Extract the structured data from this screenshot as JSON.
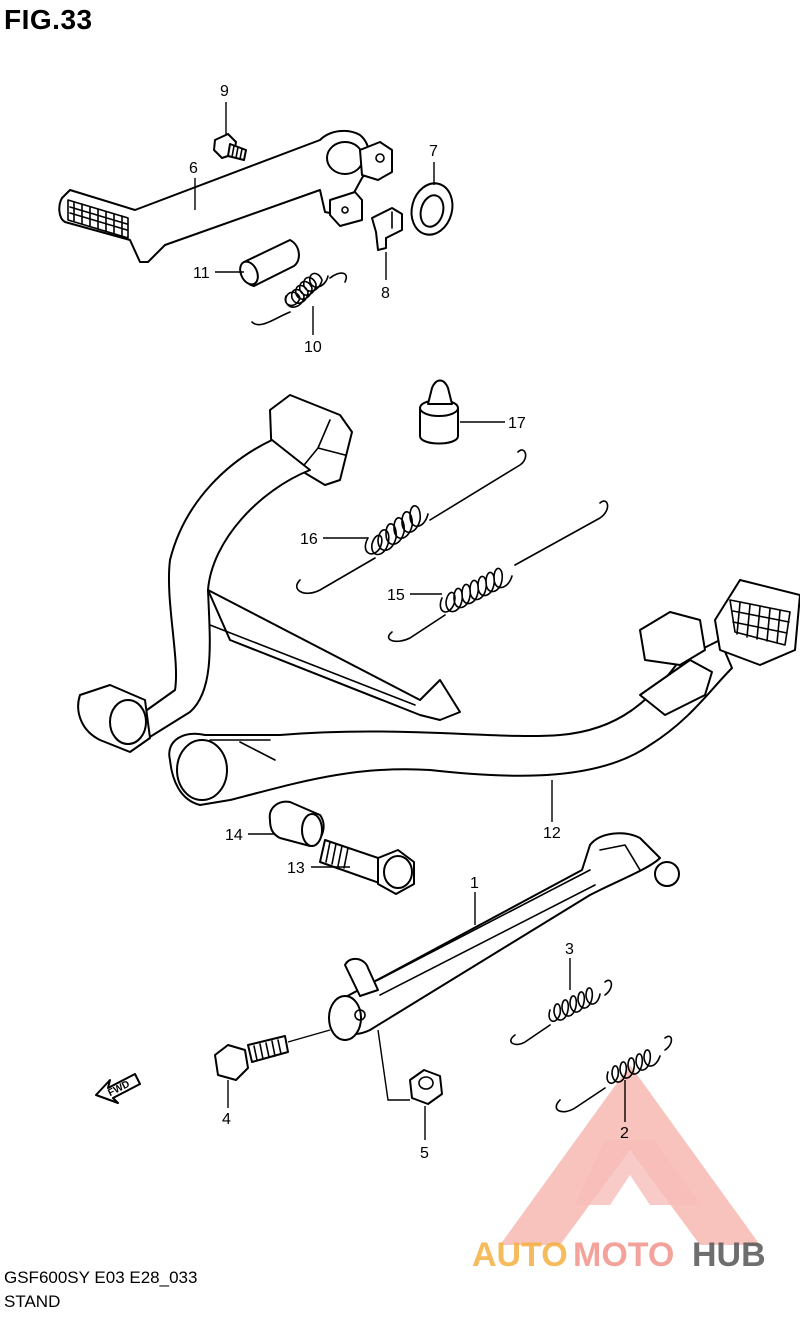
{
  "figure": {
    "title": "FIG.33",
    "model_code": "GSF600SY E03 E28_033",
    "section": "STAND"
  },
  "callouts": [
    "1",
    "2",
    "3",
    "4",
    "5",
    "6",
    "7",
    "8",
    "9",
    "10",
    "11",
    "12",
    "13",
    "14",
    "15",
    "16",
    "17"
  ],
  "direction_marker": "FWD",
  "watermark": {
    "part1": "AUTO",
    "part2": "MOTO",
    "part3": "HUB",
    "colors": {
      "auto": "#f5b041",
      "moto": "#f1948a",
      "hub": "#555555",
      "logo": "#f28b82"
    }
  }
}
